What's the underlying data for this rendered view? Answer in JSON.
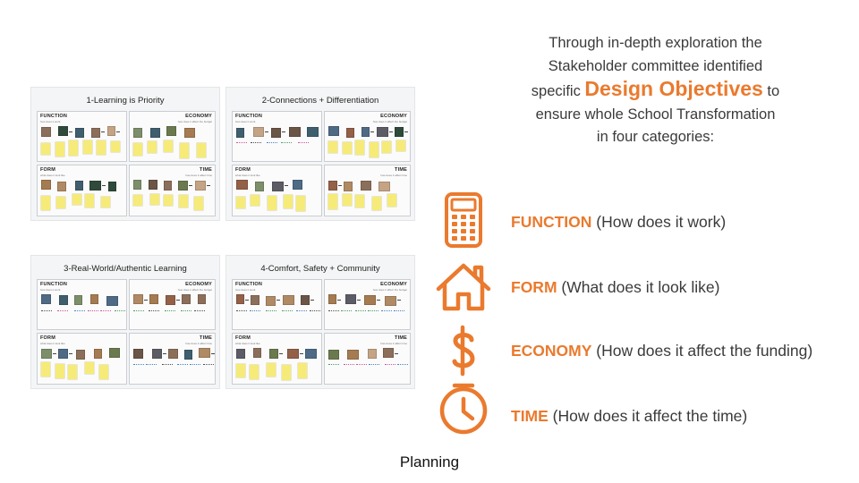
{
  "intro": {
    "line1": "Through in-depth exploration the",
    "line2": "Stakeholder committee identified",
    "line3_before": "specific ",
    "highlight": "Design Objectives",
    "line3_after": " to",
    "line4": "ensure whole School Transformation",
    "line5": "in four categories:"
  },
  "categories": [
    {
      "name": "FUNCTION",
      "desc": " (How does it work)",
      "icon": "calculator-icon"
    },
    {
      "name": "FORM",
      "desc": " (What does it look like)",
      "icon": "house-icon"
    },
    {
      "name": "ECONOMY",
      "desc": " (How does it affect the funding)",
      "icon": "dollar-icon"
    },
    {
      "name": "TIME",
      "desc": " (How does it affect the time)",
      "icon": "clock-icon"
    }
  ],
  "boards": [
    {
      "title": "1-Learning is Priority",
      "q": [
        "FUNCTION",
        "ECONOMY",
        "FORM",
        "TIME"
      ]
    },
    {
      "title": "2-Connections + Differentiation",
      "q": [
        "FUNCTION",
        "ECONOMY",
        "FORM",
        "TIME"
      ]
    },
    {
      "title": "3-Real-World/Authentic Learning",
      "q": [
        "FUNCTION",
        "ECONOMY",
        "FORM",
        "TIME"
      ]
    },
    {
      "title": "4-Comfort, Safety + Community",
      "q": [
        "FUNCTION",
        "ECONOMY",
        "FORM",
        "TIME"
      ]
    }
  ],
  "caption": "Planning",
  "colors": {
    "accent": "#ea7a2e",
    "text": "#3a3a3a",
    "sticky_note": "#f6eb78",
    "board_bg": "#f4f5f6"
  }
}
